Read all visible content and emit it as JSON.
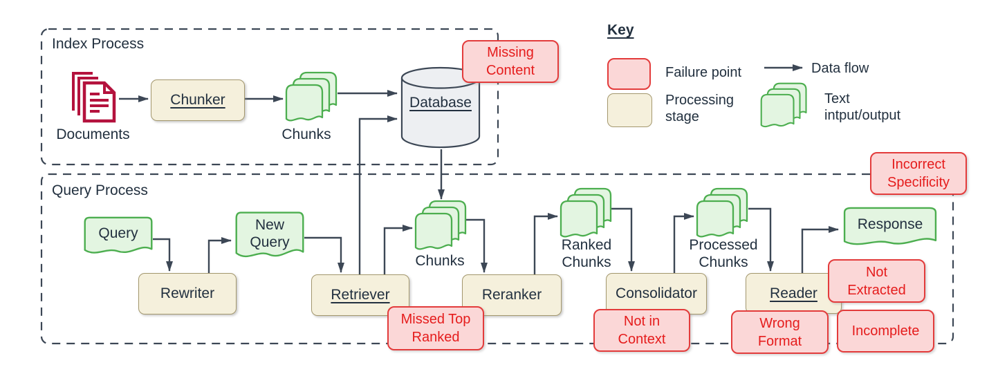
{
  "index_process": {
    "title": "Index Process",
    "documents_label": "Documents",
    "chunker_label": "Chunker",
    "chunks_label": "Chunks",
    "database_label": "Database",
    "failure_missing_content": "Missing Content"
  },
  "key": {
    "title": "Key",
    "failure_point": "Failure point",
    "data_flow": "Data flow",
    "processing_stage": "Processing stage",
    "text_io": "Text intput/output"
  },
  "query_process": {
    "title": "Query Process",
    "query_label": "Query",
    "rewriter_label": "Rewriter",
    "new_query_label": "New Query",
    "retriever_label": "Retriever",
    "chunks_label": "Chunks",
    "reranker_label": "Reranker",
    "ranked_chunks_label": "Ranked Chunks",
    "consolidator_label": "Consolidator",
    "processed_chunks_label": "Processed Chunks",
    "reader_label": "Reader",
    "response_label": "Response",
    "failures": {
      "missed_top_ranked": "Missed Top Ranked",
      "not_in_context": "Not in Context",
      "incorrect_specificity": "Incorrect Specificity",
      "not_extracted": "Not Extracted",
      "wrong_format": "Wrong Format",
      "incomplete": "Incomplete"
    }
  },
  "colors": {
    "line": "#3c4755",
    "text": "#22303f",
    "stage_fill": "#f5f0dc",
    "stage_border": "#a3976d",
    "failure_fill": "#fbd7d7",
    "failure_border": "#e33b3b",
    "failure_text": "#e51c1c",
    "doc_fill": "#e3f5e1",
    "doc_border": "#4cae4f",
    "documents_icon": "#b4123d",
    "database_fill": "#edeff2"
  }
}
